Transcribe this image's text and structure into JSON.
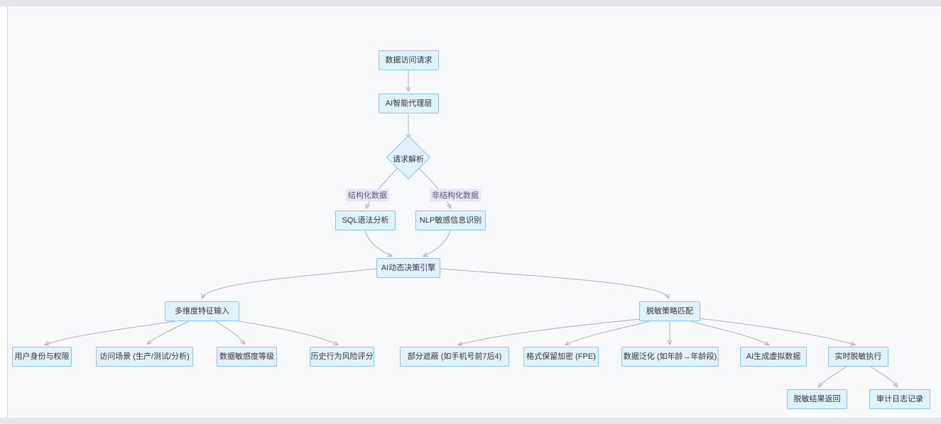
{
  "diagram_type": "flowchart-top-down",
  "nodes": {
    "request": {
      "label": "数据访问请求"
    },
    "agent": {
      "label": "AI智能代理层"
    },
    "parse": {
      "label": "请求解析"
    },
    "sql": {
      "label": "SQL语法分析"
    },
    "nlp": {
      "label": "NLP敏感信息识别"
    },
    "engine": {
      "label": "AI动态决策引擎"
    },
    "features": {
      "label": "多维度特征输入"
    },
    "strategy": {
      "label": "脱敏策略匹配"
    },
    "identity": {
      "label": "用户身份与权限"
    },
    "scene": {
      "label": "访问场景 (生产/测试/分析)"
    },
    "sensitivity": {
      "label": "数据敏感度等级"
    },
    "history": {
      "label": "历史行为风险评分"
    },
    "mask": {
      "label": "部分遮蔽 (如手机号前7后4)"
    },
    "fpe": {
      "label": "格式保留加密 (FPE)"
    },
    "generalize": {
      "label": "数据泛化 (如年龄→年龄段)"
    },
    "synthetic": {
      "label": "AI生成虚拟数据"
    },
    "execute": {
      "label": "实时脱敏执行"
    },
    "result": {
      "label": "脱敏结果返回"
    },
    "audit": {
      "label": "审计日志记录"
    }
  },
  "edge_labels": {
    "structured": "结构化数据",
    "unstructured": "非结构化数据"
  },
  "colors": {
    "node_fill": "#e0f2fe",
    "node_border": "#8fc3ec",
    "edge_line": "#abb1b9",
    "edge_label_bg": "#eae5f6",
    "canvas_bg": "#f8f9fb",
    "chrome_bg": "#e3e5e9",
    "node_text": "#333333"
  }
}
